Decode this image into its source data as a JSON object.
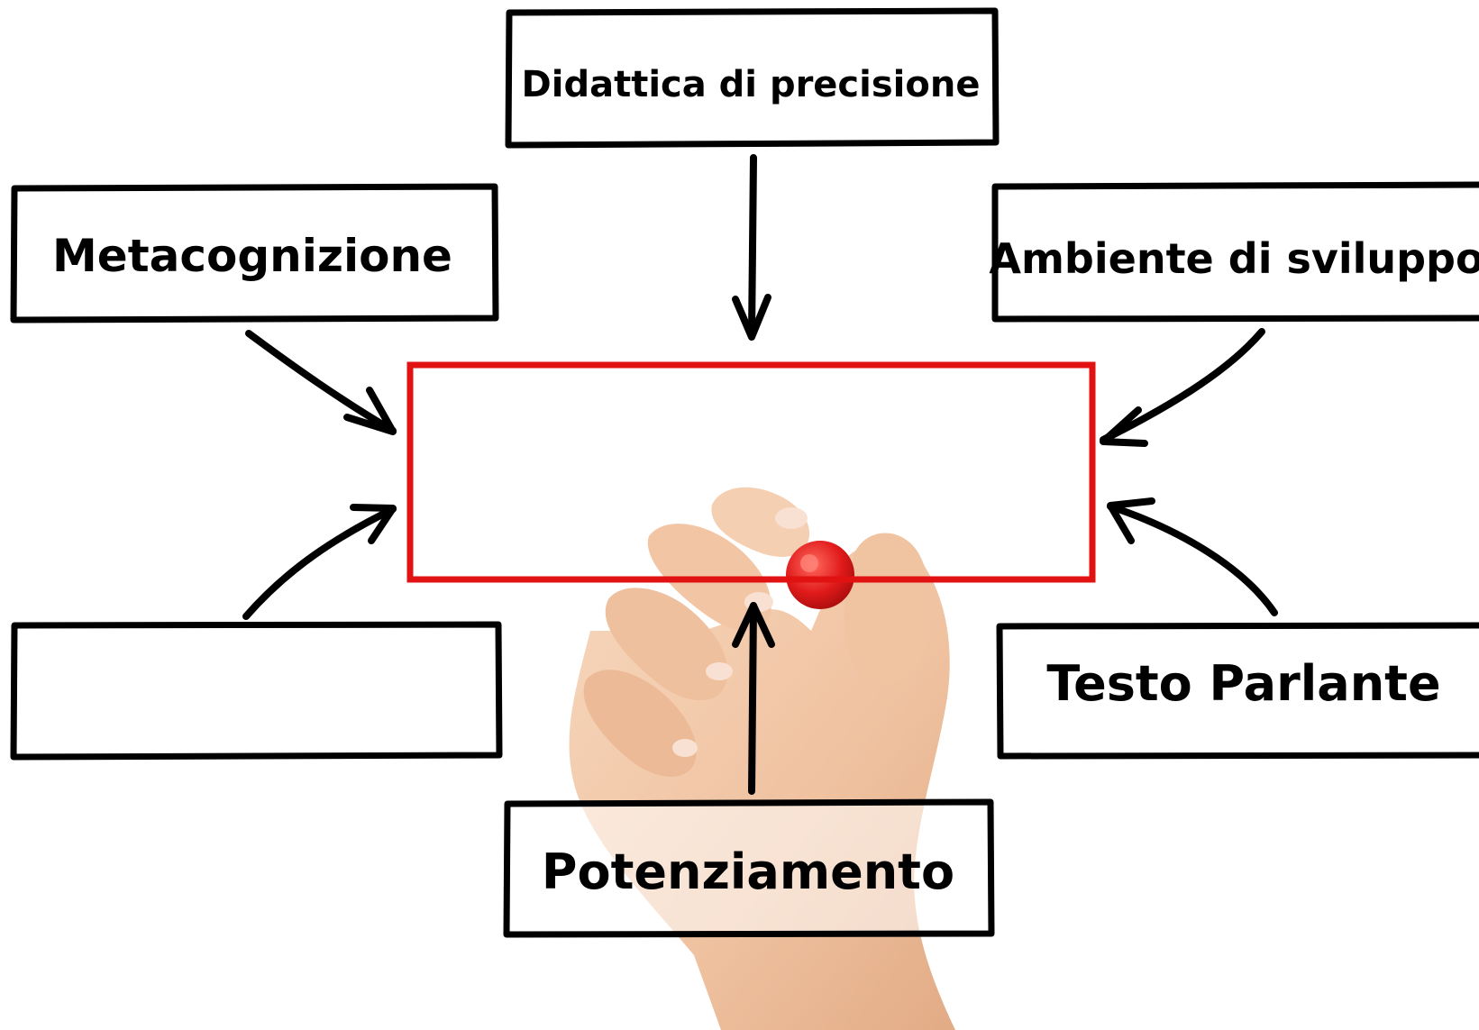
{
  "diagram": {
    "nodes": {
      "top": {
        "label": "Didattica di precisione"
      },
      "left_top": {
        "label": "Metacognizione"
      },
      "right_top": {
        "label": "Ambiente di sviluppo"
      },
      "left_bottom": {
        "label": ""
      },
      "right_bottom": {
        "label": "Testo Parlante"
      },
      "bottom": {
        "label": "Potenziamento"
      },
      "center": {
        "label": ""
      }
    },
    "colors": {
      "ink": "#000000",
      "center_box": "#e01212",
      "marker_cap": "#e01a1a",
      "skin": "#f3c9a8",
      "background": "#ffffff"
    },
    "icons": {
      "hand": "hand-holding-marker-icon"
    }
  }
}
